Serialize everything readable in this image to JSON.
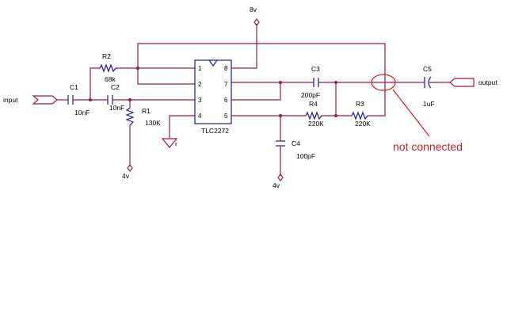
{
  "rails": {
    "top": "8v",
    "r1_bottom": "4v",
    "c4_bottom": "4v"
  },
  "ports": {
    "input": "input",
    "output": "output"
  },
  "ic": {
    "name": "TLC2272",
    "pins": [
      "1",
      "2",
      "3",
      "4",
      "8",
      "7",
      "6",
      "5"
    ]
  },
  "components": {
    "c1": {
      "ref": "C1",
      "value": "10nF"
    },
    "c2": {
      "ref": "C2",
      "value": "10nF"
    },
    "r1": {
      "ref": "R1",
      "value": "130K"
    },
    "r2": {
      "ref": "R2",
      "value": "68k"
    },
    "c3": {
      "ref": "C3",
      "value": "200pF"
    },
    "r4": {
      "ref": "R4",
      "value": "220K"
    },
    "r3": {
      "ref": "R3",
      "value": "220K"
    },
    "c4": {
      "ref": "C4",
      "value": "100pF"
    },
    "c5": {
      "ref": "C5",
      "value": "1uF"
    }
  },
  "annotation": "not connected",
  "colors": {
    "wire": "#9b1b4d",
    "component": "#1a1aa0",
    "annotation": "#cc2020"
  }
}
